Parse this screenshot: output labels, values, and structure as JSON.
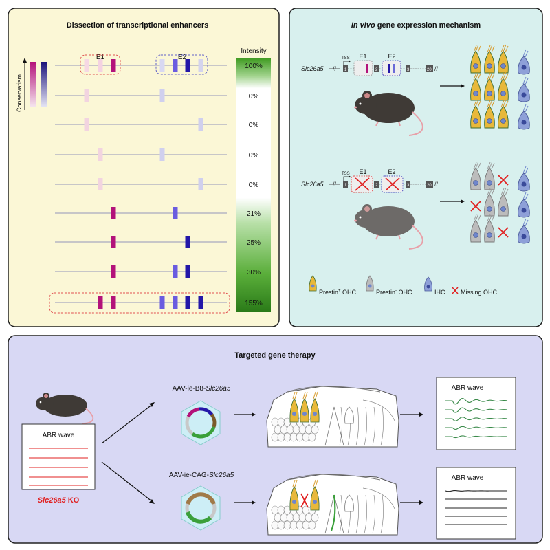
{
  "panel_a": {
    "title": "Dissection of transcriptional enhancers",
    "conservatism_label": "Conservatism",
    "e1_label": "E1",
    "e2_label": "E2",
    "intensity_header": "Intensity",
    "intensities": [
      "100%",
      "0%",
      "0%",
      "0%",
      "0%",
      "21%",
      "25%",
      "30%",
      "155%"
    ],
    "intensity_values": [
      100,
      0,
      0,
      0,
      0,
      21,
      25,
      30,
      155
    ],
    "colors": {
      "panel_bg": "#fbf7d6",
      "magenta": "#b3127a",
      "blue": "#2317a8",
      "green": "#3a9a1e"
    }
  },
  "panel_b": {
    "title_italic": "In vivo",
    "title_rest": " gene expression mechanism",
    "gene": "Slc26a5",
    "tss": "TSS",
    "e1": "E1",
    "e2": "E2",
    "exons": [
      "1",
      "2",
      "3",
      "20"
    ],
    "legend": {
      "prestin_pos": "Prestin",
      "prestin_pos_sup": "+",
      "prestin_pos_suffix": " OHC",
      "prestin_neg": "Prestin",
      "prestin_neg_sup": "-",
      "prestin_neg_suffix": " OHC",
      "ihc": "IHC",
      "missing": "Missing OHC"
    },
    "colors": {
      "panel_bg": "#d8f0ee",
      "ohc": "#e8b83a",
      "ihc": "#6f86cc"
    }
  },
  "panel_c": {
    "title": "Targeted gene therapy",
    "abr_label": "ABR wave",
    "ko_gene": "Slc26a5",
    "ko_suffix": " KO",
    "aav_top_prefix": "AAV-ie-B8-",
    "aav_top_gene": "Slc26a5",
    "aav_bottom_prefix": "AAV-ie-CAG-",
    "aav_bottom_gene": "Slc26a5",
    "colors": {
      "panel_bg": "#d8d8f4",
      "ko_red": "#e02020",
      "wave_green": "#3a8a4a"
    }
  }
}
